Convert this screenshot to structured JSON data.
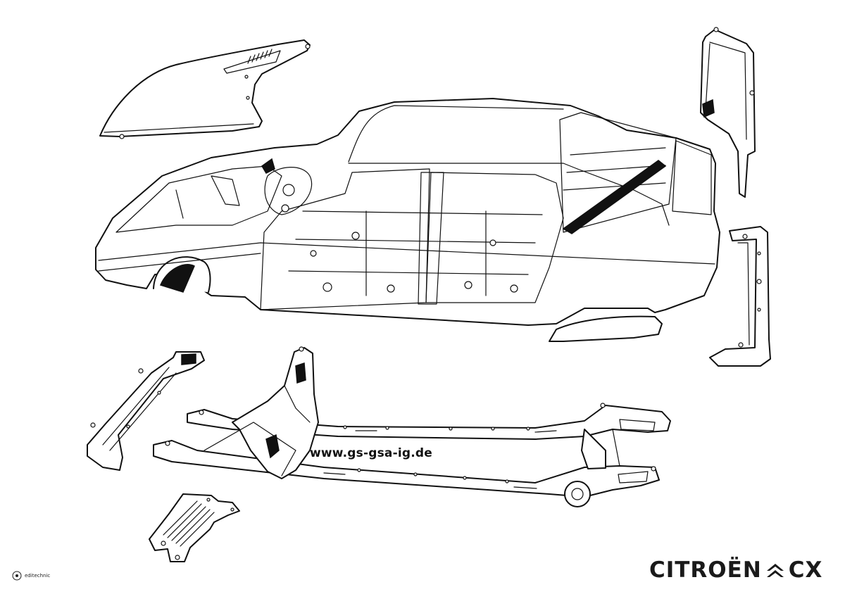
{
  "illustration": {
    "subject": "exploded body-shell drawing",
    "parts": [
      "hood",
      "body-shell",
      "tailgate",
      "rear-bumper",
      "front-bumper",
      "chassis-frame",
      "skid-plate"
    ]
  },
  "website_url": "www.gs-gsa-ig.de",
  "brand": {
    "name": "CITROËN",
    "model": "CX",
    "logo_icon": "double-chevron-icon"
  },
  "publisher": {
    "name": "editechnic",
    "logo_icon": "editechnic-icon"
  },
  "colors": {
    "ink": "#111111",
    "background": "#ffffff"
  }
}
